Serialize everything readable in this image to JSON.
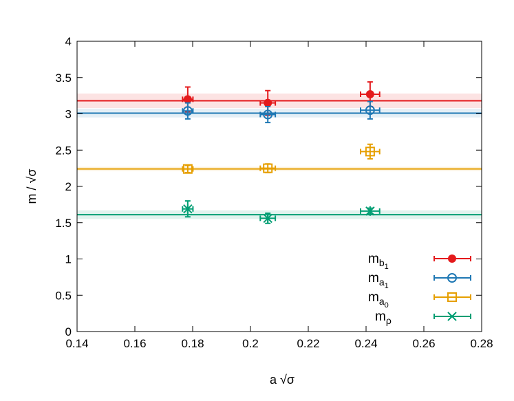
{
  "chart_data": {
    "type": "scatter",
    "title": "",
    "xlabel": "a √σ",
    "ylabel": "m / √σ",
    "xlim": [
      0.14,
      0.28
    ],
    "ylim": [
      0,
      4
    ],
    "xticks": [
      "0.14",
      "0.16",
      "0.18",
      "0.2",
      "0.22",
      "0.24",
      "0.26",
      "0.28"
    ],
    "yticks": [
      "0",
      "0.5",
      "1",
      "1.5",
      "2",
      "2.5",
      "3",
      "3.5",
      "4"
    ],
    "grid": false,
    "legend_placement": "bottom-right",
    "series": [
      {
        "name": "m_b1",
        "label_main": "m",
        "label_sub": "b",
        "label_subsub": "1",
        "color": "#e41a1c",
        "marker": "filled-circle",
        "x": [
          0.1783,
          0.206,
          0.2414
        ],
        "xerr": [
          0.0018,
          0.0026,
          0.0033
        ],
        "y": [
          3.2,
          3.15,
          3.27
        ],
        "yerr": [
          0.17,
          0.17,
          0.17
        ],
        "fit": {
          "value": 3.18,
          "error": 0.1
        }
      },
      {
        "name": "m_a1",
        "label_main": "m",
        "label_sub": "a",
        "label_subsub": "1",
        "color": "#1f78b4",
        "marker": "open-circle",
        "x": [
          0.1783,
          0.206,
          0.2414
        ],
        "xerr": [
          0.0018,
          0.0026,
          0.0033
        ],
        "y": [
          3.04,
          2.99,
          3.05
        ],
        "yerr": [
          0.11,
          0.11,
          0.12
        ],
        "fit": {
          "value": 3.01,
          "error": 0.06
        }
      },
      {
        "name": "m_a0",
        "label_main": "m",
        "label_sub": "a",
        "label_subsub": "0",
        "color": "#e69f00",
        "marker": "open-square",
        "x": [
          0.1783,
          0.206,
          0.2414
        ],
        "xerr": [
          0.0018,
          0.0026,
          0.0033
        ],
        "y": [
          2.24,
          2.25,
          2.48
        ],
        "yerr": [
          0.05,
          0.06,
          0.1
        ],
        "fit": {
          "value": 2.24,
          "error": 0.03
        }
      },
      {
        "name": "m_ρ",
        "label_main": "m",
        "label_sub": "ρ",
        "label_subsub": "",
        "color": "#009e73",
        "marker": "x-cross",
        "x": [
          0.1783,
          0.206,
          0.2414
        ],
        "xerr": [
          0.0018,
          0.0026,
          0.0033
        ],
        "y": [
          1.69,
          1.56,
          1.66
        ],
        "yerr": [
          0.11,
          0.07,
          0.04
        ],
        "fit": {
          "value": 1.61,
          "error": 0.06
        }
      }
    ]
  }
}
